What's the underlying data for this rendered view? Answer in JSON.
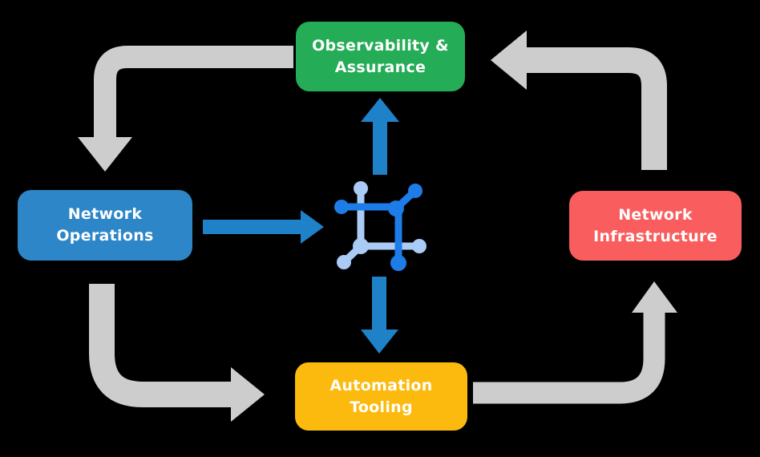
{
  "boxes": {
    "observability": {
      "label": "Observability &\nAssurance",
      "color": "#24AC56",
      "text_color": "#FFFFFF"
    },
    "operations": {
      "label": "Network\nOperations",
      "color": "#2C86C7",
      "text_color": "#FFFFFF"
    },
    "infrastructure": {
      "label": "Network\nInfrastructure",
      "color": "#FA5D5D",
      "text_color": "#FFFFFF"
    },
    "tooling": {
      "label": "Automation\nTooling",
      "color": "#FCBA0E",
      "text_color": "#FFFFFF"
    }
  },
  "center_icon": {
    "name": "network-mesh-icon",
    "dark_blue": "#1E7CE8",
    "light_blue": "#A9CBF6"
  },
  "arrows": {
    "gray_color": "#CDCDCD",
    "blue_color": "#1F82C8",
    "gray_cycle": [
      "observability-to-operations",
      "operations-to-tooling",
      "tooling-to-infrastructure",
      "infrastructure-to-observability"
    ],
    "blue_flows": [
      "operations-to-center",
      "center-to-observability",
      "center-to-tooling"
    ]
  },
  "background_color": "#000000"
}
